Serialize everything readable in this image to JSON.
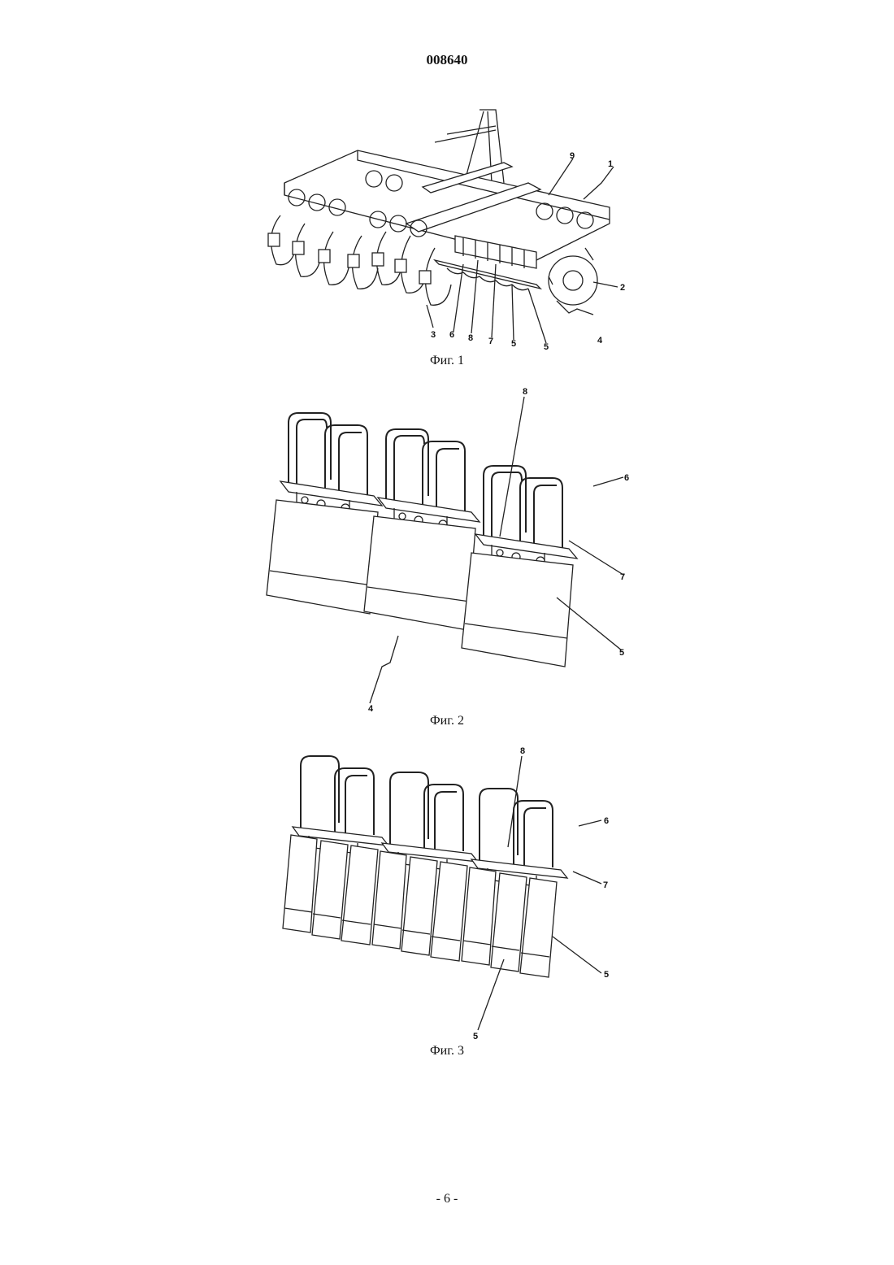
{
  "header": {
    "doc_number": "008640"
  },
  "figures": [
    {
      "caption": "Фиг. 1",
      "labels": [
        "9",
        "1",
        "2",
        "4",
        "3",
        "6",
        "8",
        "7",
        "5",
        "5"
      ]
    },
    {
      "caption": "Фиг. 2",
      "labels": [
        "8",
        "6",
        "7",
        "5",
        "4"
      ]
    },
    {
      "caption": "Фиг. 3",
      "labels": [
        "8",
        "6",
        "7",
        "5",
        "5"
      ]
    }
  ],
  "footer": {
    "page_number": "- 6 -"
  }
}
